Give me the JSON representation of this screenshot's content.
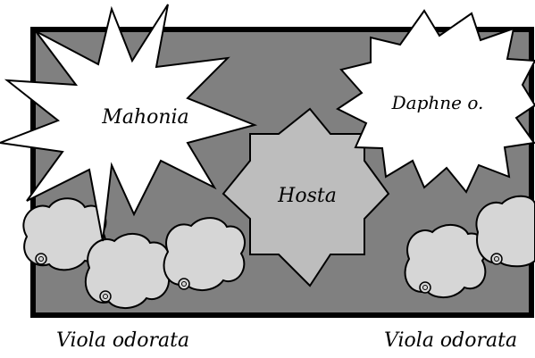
{
  "plants": {
    "mahonia": "Mahonia",
    "daphne": "Daphne o.",
    "hosta": "Hosta",
    "viola_left": "Viola odorata",
    "viola_right": "Viola odorata"
  },
  "colors": {
    "bed": "#808080",
    "border": "#000000",
    "burst": "#ffffff",
    "hosta": "#bdbdbd",
    "viola": "#d6d6d6"
  }
}
